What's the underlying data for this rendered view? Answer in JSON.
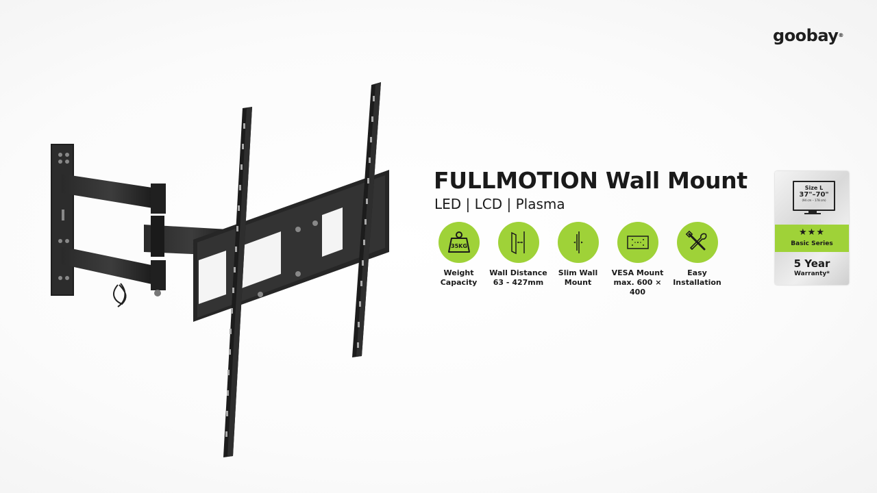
{
  "brand": {
    "logo_pre": "g",
    "logo_oo": "oo",
    "logo_post": "bay",
    "logo_reg": "®",
    "accent_color": "#9fd238"
  },
  "product": {
    "title": "FULLMOTION Wall Mount",
    "subtitle": "LED | LCD | Plasma"
  },
  "features": [
    {
      "icon": "weight-icon",
      "icon_text": "35KG",
      "label": "Weight\nCapacity"
    },
    {
      "icon": "wall-distance-icon",
      "label": "Wall Distance\n63 - 427mm"
    },
    {
      "icon": "slim-wall-icon",
      "label": "Slim Wall\nMount"
    },
    {
      "icon": "vesa-icon",
      "label": "VESA Mount\nmax. 600 × 400"
    },
    {
      "icon": "tools-icon",
      "label": "Easy\nInstallation"
    }
  ],
  "badge": {
    "size_label": "Size L",
    "size_range": "37\"–70\"",
    "size_cm": "(94 cm – 178 cm)",
    "stars": "★★★",
    "series": "Basic Series",
    "warranty_years": "5 Year",
    "warranty_label": "Warranty*"
  }
}
